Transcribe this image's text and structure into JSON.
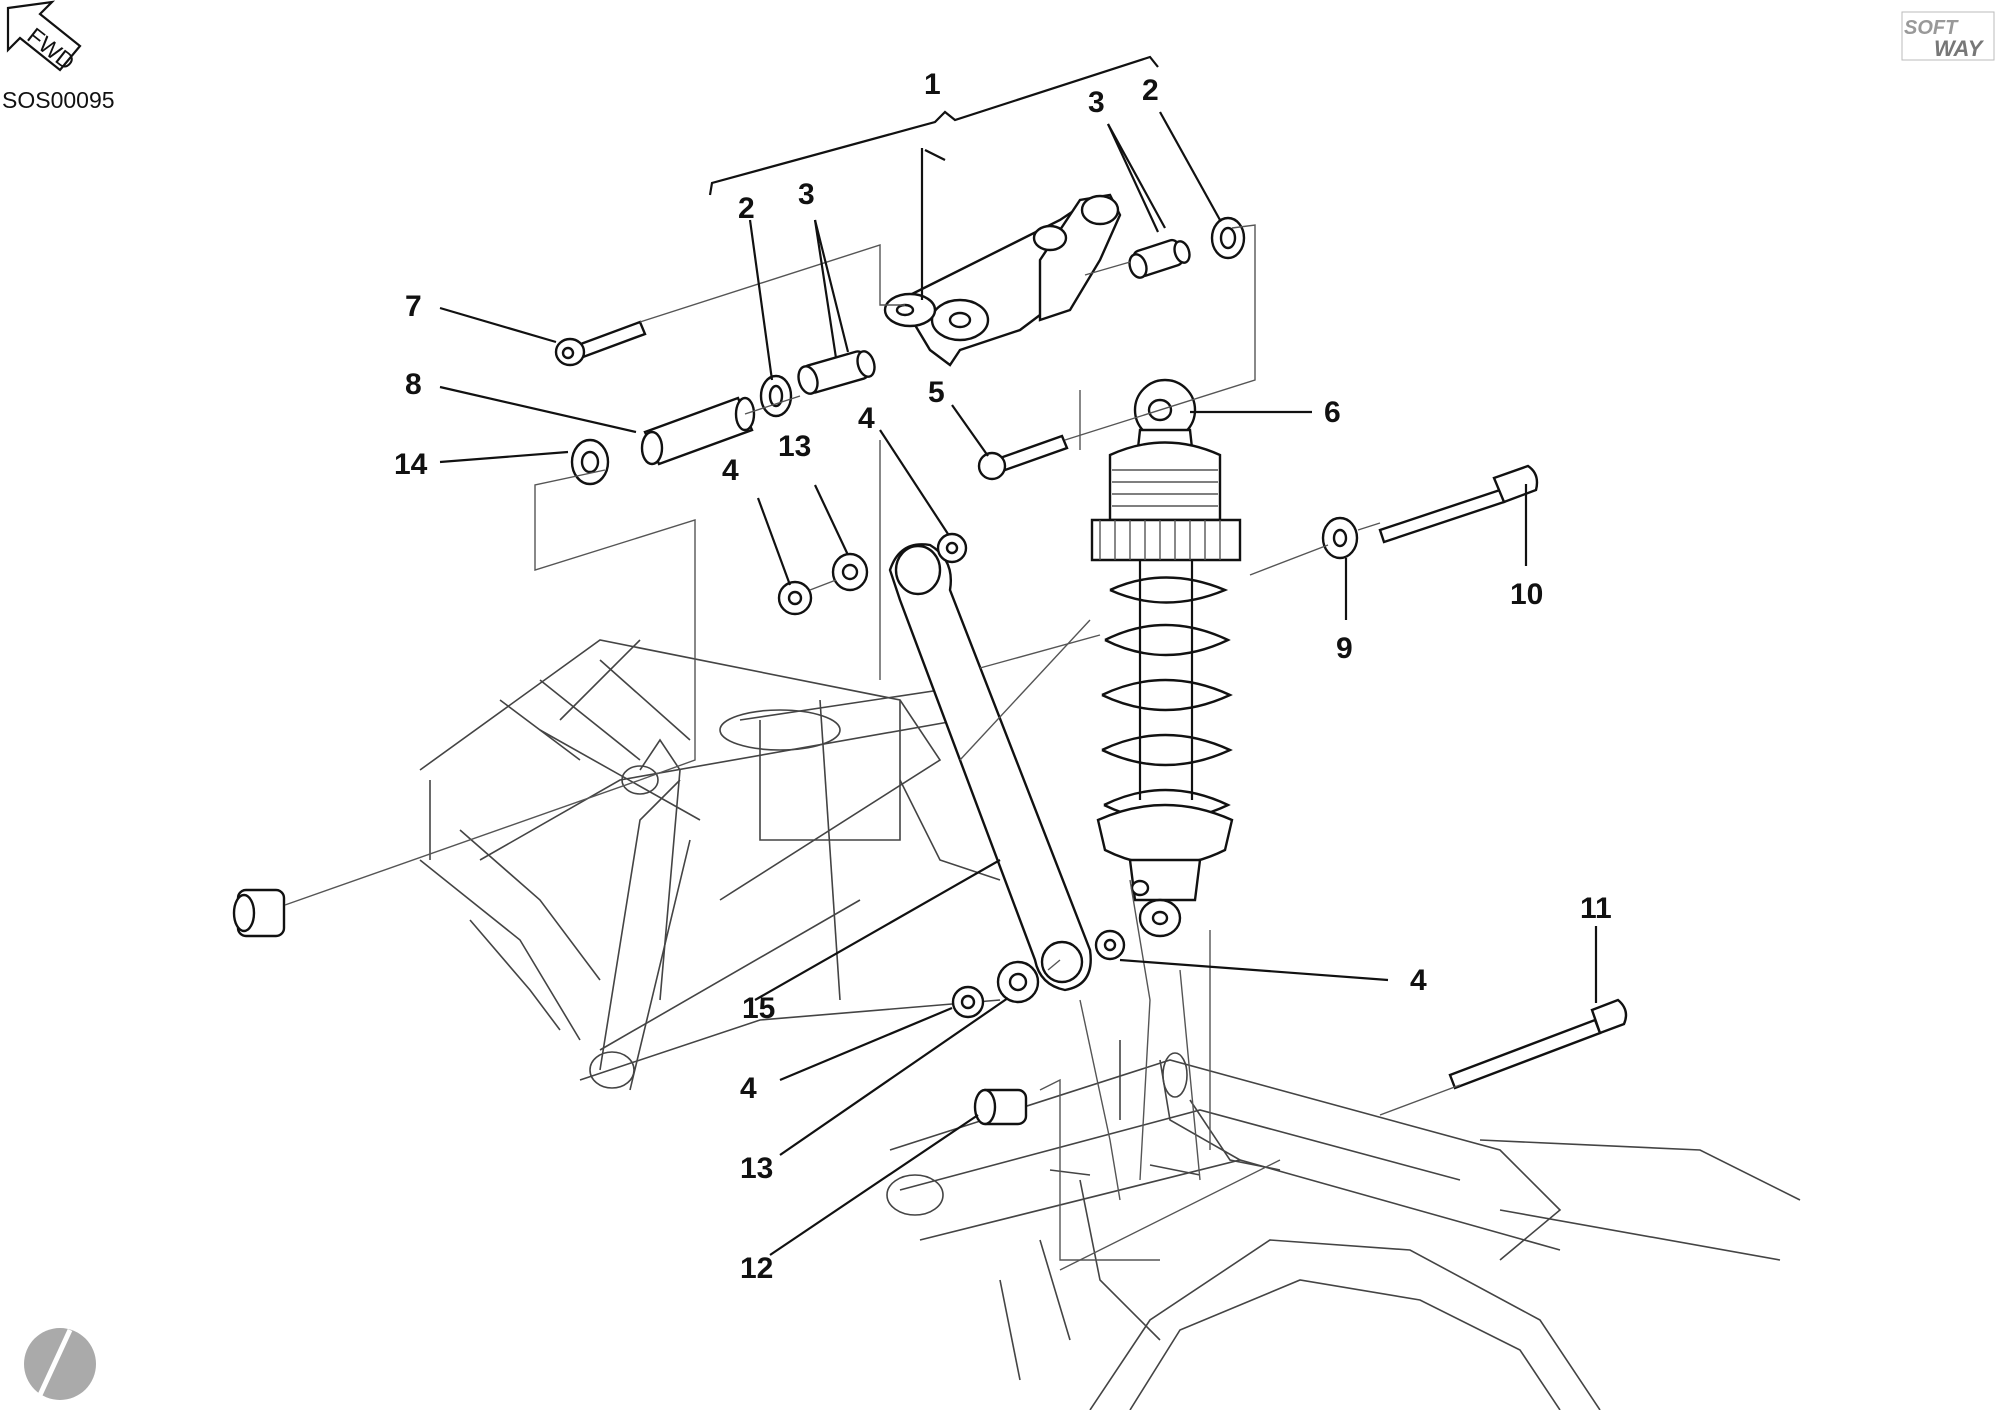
{
  "diagram": {
    "code": "SOS00095",
    "fwd_label": "FWD",
    "logo": {
      "top": "SOFT",
      "bottom": "WAY"
    },
    "callouts": [
      "1",
      "2",
      "3",
      "2",
      "3",
      "7",
      "8",
      "14",
      "5",
      "6",
      "4",
      "13",
      "4",
      "10",
      "9",
      "15",
      "4",
      "4",
      "13",
      "11",
      "12"
    ]
  }
}
